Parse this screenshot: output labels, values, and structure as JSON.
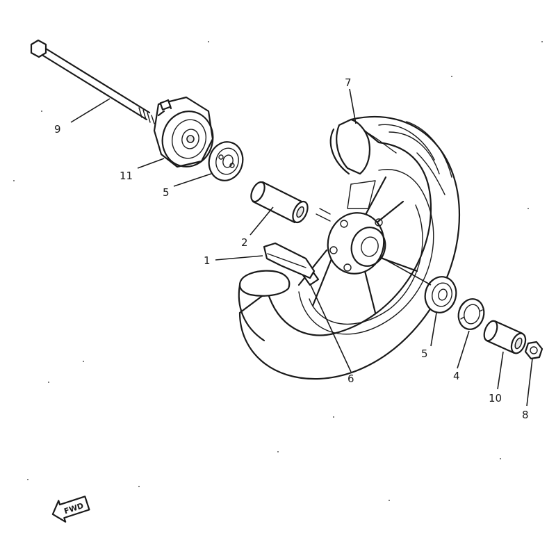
{
  "labels": {
    "p1": "1",
    "p2": "2",
    "p4": "4",
    "p5a": "5",
    "p5b": "5",
    "p6": "6",
    "p7": "7",
    "p8": "8",
    "p9": "9",
    "p10": "10",
    "p11": "11"
  },
  "fwd": "FWD",
  "colors": {
    "ink": "#1a1a1a",
    "paper": "#ffffff"
  }
}
